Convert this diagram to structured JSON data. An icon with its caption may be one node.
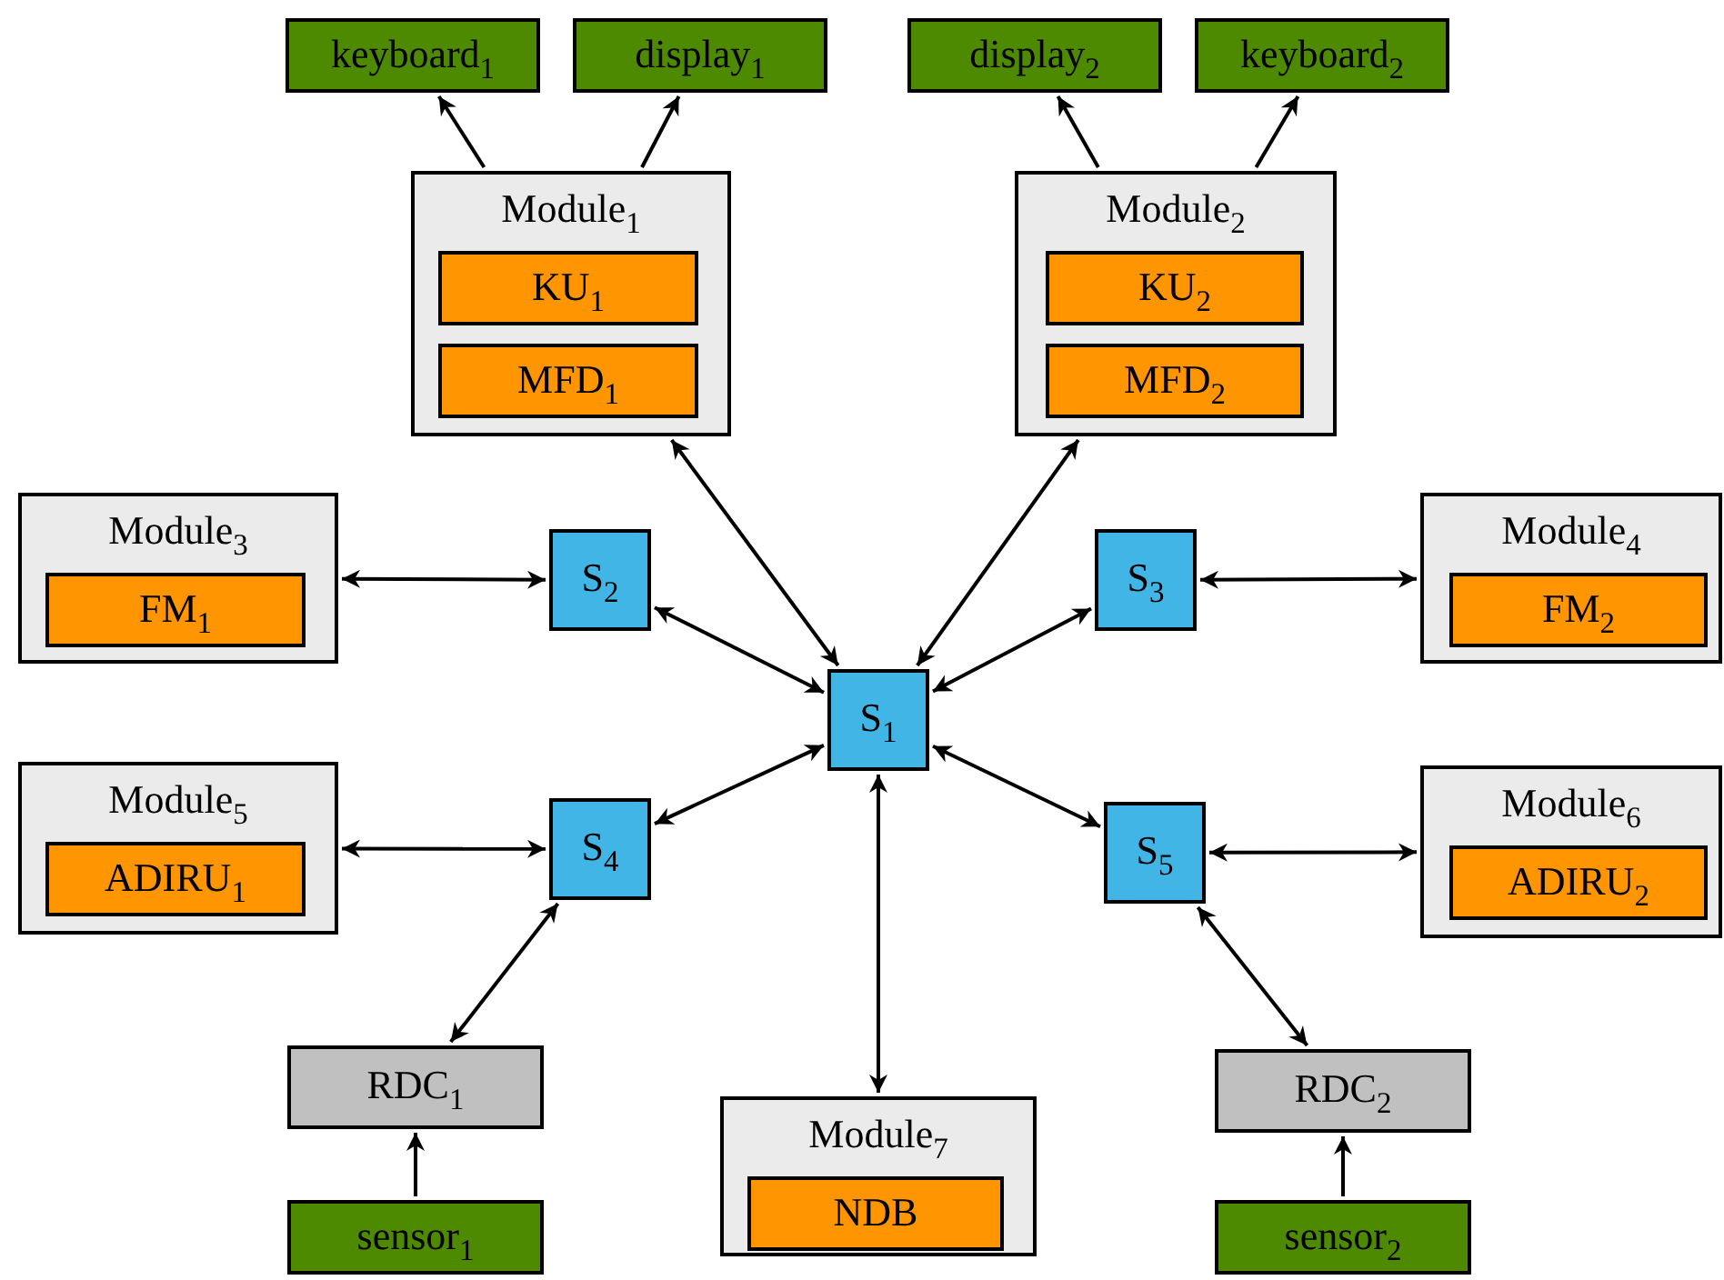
{
  "diagram": {
    "nodes": [
      {
        "text": [
          "keyboard$_{1}$"
        ]
      },
      {
        "text": [
          "display$_{1}$"
        ]
      },
      {
        "text": [
          "display$_{2}$"
        ]
      },
      {
        "text": [
          "keyboard$_{2}$"
        ]
      },
      {
        "text": [
          "Module$_{1}$"
        ]
      },
      {
        "text": [
          "KU$_{1}$"
        ],
        "in": 4
      },
      {
        "text": [
          "MFD$_{1}$"
        ],
        "in": 4
      },
      {
        "text": [
          "Module$_{2}$"
        ]
      },
      {
        "text": [
          "KU$_{2}$"
        ],
        "in": 7
      },
      {
        "text": [
          "MFD$_{2}$"
        ],
        "in": 7
      },
      {
        "text": [
          "Module$_{3}$"
        ]
      },
      {
        "text": [
          "FM$_{1}$"
        ],
        "in": 10
      },
      {
        "text": [
          "S$_{2}$"
        ]
      },
      {
        "text": [
          "S$_{3}$"
        ]
      },
      {
        "text": [
          "Module$_{4}$"
        ]
      },
      {
        "text": [
          "FM$_{2}$"
        ],
        "in": 14
      },
      {
        "text": [
          "S$_{1}$"
        ]
      },
      {
        "text": [
          "Module$_{5}$"
        ]
      },
      {
        "text": [
          "ADIRU$_{1}$"
        ],
        "in": 17
      },
      {
        "text": [
          "S$_{4}$"
        ]
      },
      {
        "text": [
          "S$_{5}$"
        ]
      },
      {
        "text": [
          "Module$_{6}$"
        ]
      },
      {
        "text": [
          "ADIRU$_{2}$"
        ],
        "in": 21
      },
      {
        "text": [
          "RDC$_{1}$"
        ]
      },
      {
        "text": [
          "Module$_{7}$"
        ]
      },
      {
        "text": [
          "NDB"
        ],
        "in": 24
      },
      {
        "text": [
          "RDC$_{2}$"
        ]
      },
      {
        "text": [
          "sensor$_{1}$"
        ]
      },
      {
        "text": [
          "sensor$_{2}$"
        ]
      }
    ],
    "edges": [
      {
        "from": 4,
        "to": 0,
        "arrow": "to"
      },
      {
        "from": 4,
        "to": 1,
        "arrow": "to"
      },
      {
        "from": 7,
        "to": 2,
        "arrow": "to"
      },
      {
        "from": 7,
        "to": 3,
        "arrow": "to"
      },
      {
        "from": 4,
        "to": 16,
        "arrow": "both"
      },
      {
        "from": 7,
        "to": 16,
        "arrow": "both"
      },
      {
        "from": 10,
        "to": 12,
        "arrow": "both"
      },
      {
        "from": 12,
        "to": 16,
        "arrow": "both"
      },
      {
        "from": 13,
        "to": 16,
        "arrow": "both"
      },
      {
        "from": 13,
        "to": 14,
        "arrow": "both"
      },
      {
        "from": 17,
        "to": 19,
        "arrow": "both"
      },
      {
        "from": 19,
        "to": 16,
        "arrow": "both"
      },
      {
        "from": 20,
        "to": 16,
        "arrow": "both"
      },
      {
        "from": 20,
        "to": 21,
        "arrow": "both"
      },
      {
        "from": 16,
        "to": 24,
        "arrow": "both"
      },
      {
        "from": 19,
        "to": 23,
        "arrow": "both"
      },
      {
        "from": 20,
        "to": 26,
        "arrow": "both"
      },
      {
        "from": 27,
        "to": 23,
        "arrow": "to"
      },
      {
        "from": 28,
        "to": 26,
        "arrow": "to"
      }
    ]
  }
}
